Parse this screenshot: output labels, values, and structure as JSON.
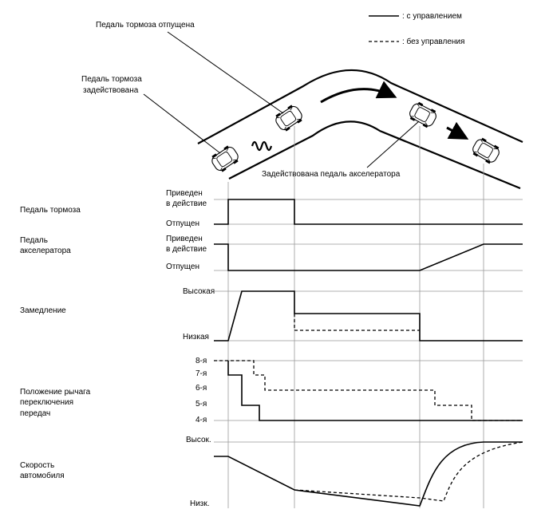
{
  "legend": {
    "controlled": ": с управлением",
    "uncontrolled": ": без управления"
  },
  "scene": {
    "brake_released": "Педаль тормоза отпущена",
    "brake_applied_line1": "Педаль тормоза",
    "brake_applied_line2": "задействована",
    "accel_applied": "Задействована педаль акселератора"
  },
  "rows": {
    "brake_pedal": {
      "label": "Педаль тормоза",
      "high_line1": "Приведен",
      "high_line2": "в действие",
      "low": "Отпущен"
    },
    "accel_pedal": {
      "label_line1": "Педаль",
      "label_line2": "акселератора",
      "high_line1": "Приведен",
      "high_line2": "в действие",
      "low": "Отпущен"
    },
    "deceleration": {
      "label": "Замедление",
      "high": "Высокая",
      "low": "Низкая"
    },
    "gear": {
      "label_line1": "Положение рычага",
      "label_line2": "переключения",
      "label_line3": "передач",
      "gears": [
        "8-я",
        "7-я",
        "6-я",
        "5-я",
        "4-я"
      ]
    },
    "speed": {
      "label_line1": "Скорость",
      "label_line2": "автомобиля",
      "high": "Высок.",
      "low": "Низк."
    }
  }
}
